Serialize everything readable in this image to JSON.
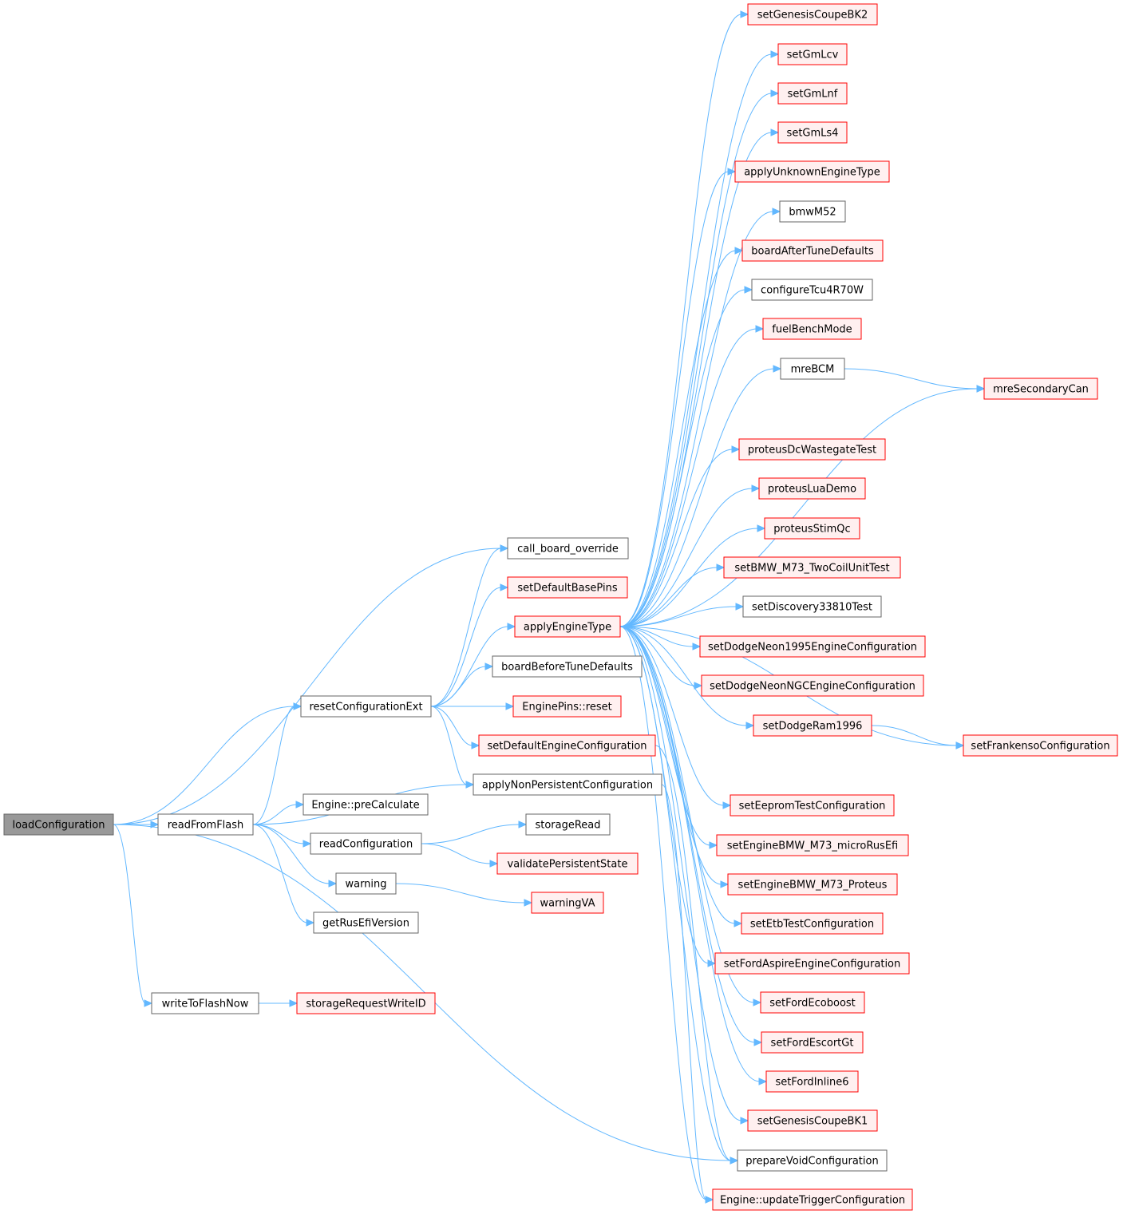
{
  "colors": {
    "edge": "#63b8ff",
    "root_fill": "#999999",
    "red_border": "#ff0000",
    "red_fill": "#fff0f0",
    "plain_border": "#666666"
  },
  "nodes": [
    {
      "id": "loadConfiguration",
      "label": "loadConfiguration",
      "style": "root"
    },
    {
      "id": "readFromFlash",
      "label": "readFromFlash",
      "style": "plain"
    },
    {
      "id": "writeToFlashNow",
      "label": "writeToFlashNow",
      "style": "plain"
    },
    {
      "id": "resetConfigurationExt",
      "label": "resetConfigurationExt",
      "style": "plain"
    },
    {
      "id": "Engine::preCalculate",
      "label": "Engine::preCalculate",
      "style": "plain"
    },
    {
      "id": "readConfiguration",
      "label": "readConfiguration",
      "style": "plain"
    },
    {
      "id": "warning",
      "label": "warning",
      "style": "plain"
    },
    {
      "id": "getRusEfiVersion",
      "label": "getRusEfiVersion",
      "style": "plain"
    },
    {
      "id": "storageRequestWriteID",
      "label": "storageRequestWriteID",
      "style": "red"
    },
    {
      "id": "call_board_override",
      "label": "call_board_override",
      "style": "plain"
    },
    {
      "id": "setDefaultBasePins",
      "label": "setDefaultBasePins",
      "style": "red"
    },
    {
      "id": "applyEngineType",
      "label": "applyEngineType",
      "style": "red"
    },
    {
      "id": "boardBeforeTuneDefaults",
      "label": "boardBeforeTuneDefaults",
      "style": "plain"
    },
    {
      "id": "EnginePins::reset",
      "label": "EnginePins::reset",
      "style": "red"
    },
    {
      "id": "setDefaultEngineConfiguration",
      "label": "setDefaultEngineConfiguration",
      "style": "red"
    },
    {
      "id": "applyNonPersistentConfiguration",
      "label": "applyNonPersistentConfiguration",
      "style": "plain"
    },
    {
      "id": "storageRead",
      "label": "storageRead",
      "style": "plain"
    },
    {
      "id": "validatePersistentState",
      "label": "validatePersistentState",
      "style": "red"
    },
    {
      "id": "warningVA",
      "label": "warningVA",
      "style": "red"
    },
    {
      "id": "setGenesisCoupeBK2",
      "label": "setGenesisCoupeBK2",
      "style": "red"
    },
    {
      "id": "setGmLcv",
      "label": "setGmLcv",
      "style": "red"
    },
    {
      "id": "setGmLnf",
      "label": "setGmLnf",
      "style": "red"
    },
    {
      "id": "setGmLs4",
      "label": "setGmLs4",
      "style": "red"
    },
    {
      "id": "applyUnknownEngineType",
      "label": "applyUnknownEngineType",
      "style": "red"
    },
    {
      "id": "bmwM52",
      "label": "bmwM52",
      "style": "plain"
    },
    {
      "id": "boardAfterTuneDefaults",
      "label": "boardAfterTuneDefaults",
      "style": "red"
    },
    {
      "id": "configureTcu4R70W",
      "label": "configureTcu4R70W",
      "style": "plain"
    },
    {
      "id": "fuelBenchMode",
      "label": "fuelBenchMode",
      "style": "red"
    },
    {
      "id": "mreBCM",
      "label": "mreBCM",
      "style": "plain"
    },
    {
      "id": "mreSecondaryCan",
      "label": "mreSecondaryCan",
      "style": "red"
    },
    {
      "id": "proteusDcWastegateTest",
      "label": "proteusDcWastegateTest",
      "style": "red"
    },
    {
      "id": "proteusLuaDemo",
      "label": "proteusLuaDemo",
      "style": "red"
    },
    {
      "id": "proteusStimQc",
      "label": "proteusStimQc",
      "style": "red"
    },
    {
      "id": "setBMW_M73_TwoCoilUnitTest",
      "label": "setBMW_M73_TwoCoilUnitTest",
      "style": "red"
    },
    {
      "id": "setDiscovery33810Test",
      "label": "setDiscovery33810Test",
      "style": "plain"
    },
    {
      "id": "setDodgeNeon1995EngineConfiguration",
      "label": "setDodgeNeon1995EngineConfiguration",
      "style": "red"
    },
    {
      "id": "setDodgeNeonNGCEngineConfiguration",
      "label": "setDodgeNeonNGCEngineConfiguration",
      "style": "red"
    },
    {
      "id": "setDodgeRam1996",
      "label": "setDodgeRam1996",
      "style": "red"
    },
    {
      "id": "setFrankensoConfiguration",
      "label": "setFrankensoConfiguration",
      "style": "red"
    },
    {
      "id": "setEepromTestConfiguration",
      "label": "setEepromTestConfiguration",
      "style": "red"
    },
    {
      "id": "setEngineBMW_M73_microRusEfi",
      "label": "setEngineBMW_M73_microRusEfi",
      "style": "red"
    },
    {
      "id": "setEngineBMW_M73_Proteus",
      "label": "setEngineBMW_M73_Proteus",
      "style": "red"
    },
    {
      "id": "setEtbTestConfiguration",
      "label": "setEtbTestConfiguration",
      "style": "red"
    },
    {
      "id": "setFordAspireEngineConfiguration",
      "label": "setFordAspireEngineConfiguration",
      "style": "red"
    },
    {
      "id": "setFordEcoboost",
      "label": "setFordEcoboost",
      "style": "red"
    },
    {
      "id": "setFordEscortGt",
      "label": "setFordEscortGt",
      "style": "red"
    },
    {
      "id": "setFordInline6",
      "label": "setFordInline6",
      "style": "red"
    },
    {
      "id": "setGenesisCoupeBK1",
      "label": "setGenesisCoupeBK1",
      "style": "red"
    },
    {
      "id": "prepareVoidConfiguration",
      "label": "prepareVoidConfiguration",
      "style": "plain"
    },
    {
      "id": "Engine::updateTriggerConfiguration",
      "label": "Engine::updateTriggerConfiguration",
      "style": "red"
    }
  ],
  "edges": [
    [
      "loadConfiguration",
      "readFromFlash"
    ],
    [
      "loadConfiguration",
      "writeToFlashNow"
    ],
    [
      "loadConfiguration",
      "resetConfigurationExt"
    ],
    [
      "loadConfiguration",
      "call_board_override"
    ],
    [
      "loadConfiguration",
      "prepareVoidConfiguration"
    ],
    [
      "readFromFlash",
      "resetConfigurationExt"
    ],
    [
      "readFromFlash",
      "Engine::preCalculate"
    ],
    [
      "readFromFlash",
      "readConfiguration"
    ],
    [
      "readFromFlash",
      "warning"
    ],
    [
      "readFromFlash",
      "getRusEfiVersion"
    ],
    [
      "readFromFlash",
      "applyNonPersistentConfiguration"
    ],
    [
      "writeToFlashNow",
      "storageRequestWriteID"
    ],
    [
      "resetConfigurationExt",
      "call_board_override"
    ],
    [
      "resetConfigurationExt",
      "setDefaultBasePins"
    ],
    [
      "resetConfigurationExt",
      "applyEngineType"
    ],
    [
      "resetConfigurationExt",
      "boardBeforeTuneDefaults"
    ],
    [
      "resetConfigurationExt",
      "EnginePins::reset"
    ],
    [
      "resetConfigurationExt",
      "setDefaultEngineConfiguration"
    ],
    [
      "resetConfigurationExt",
      "applyNonPersistentConfiguration"
    ],
    [
      "readConfiguration",
      "storageRead"
    ],
    [
      "readConfiguration",
      "validatePersistentState"
    ],
    [
      "warning",
      "warningVA"
    ],
    [
      "applyEngineType",
      "setGenesisCoupeBK2"
    ],
    [
      "applyEngineType",
      "setGmLcv"
    ],
    [
      "applyEngineType",
      "setGmLnf"
    ],
    [
      "applyEngineType",
      "setGmLs4"
    ],
    [
      "applyEngineType",
      "applyUnknownEngineType"
    ],
    [
      "applyEngineType",
      "bmwM52"
    ],
    [
      "applyEngineType",
      "boardAfterTuneDefaults"
    ],
    [
      "applyEngineType",
      "configureTcu4R70W"
    ],
    [
      "applyEngineType",
      "fuelBenchMode"
    ],
    [
      "applyEngineType",
      "mreBCM"
    ],
    [
      "applyEngineType",
      "mreSecondaryCan"
    ],
    [
      "applyEngineType",
      "proteusDcWastegateTest"
    ],
    [
      "applyEngineType",
      "proteusLuaDemo"
    ],
    [
      "applyEngineType",
      "proteusStimQc"
    ],
    [
      "applyEngineType",
      "setBMW_M73_TwoCoilUnitTest"
    ],
    [
      "applyEngineType",
      "setDiscovery33810Test"
    ],
    [
      "applyEngineType",
      "setDodgeNeon1995EngineConfiguration"
    ],
    [
      "applyEngineType",
      "setDodgeNeonNGCEngineConfiguration"
    ],
    [
      "applyEngineType",
      "setDodgeRam1996"
    ],
    [
      "applyEngineType",
      "setFrankensoConfiguration"
    ],
    [
      "applyEngineType",
      "setEepromTestConfiguration"
    ],
    [
      "applyEngineType",
      "setEngineBMW_M73_microRusEfi"
    ],
    [
      "applyEngineType",
      "setEngineBMW_M73_Proteus"
    ],
    [
      "applyEngineType",
      "setEtbTestConfiguration"
    ],
    [
      "applyEngineType",
      "setFordAspireEngineConfiguration"
    ],
    [
      "applyEngineType",
      "setFordEcoboost"
    ],
    [
      "applyEngineType",
      "setFordEscortGt"
    ],
    [
      "applyEngineType",
      "setFordInline6"
    ],
    [
      "applyEngineType",
      "setGenesisCoupeBK1"
    ],
    [
      "applyEngineType",
      "prepareVoidConfiguration"
    ],
    [
      "applyEngineType",
      "Engine::updateTriggerConfiguration"
    ],
    [
      "mreBCM",
      "mreSecondaryCan"
    ],
    [
      "setDodgeRam1996",
      "setFrankensoConfiguration"
    ],
    [
      "setDefaultEngineConfiguration",
      "prepareVoidConfiguration"
    ],
    [
      "applyNonPersistentConfiguration",
      "Engine::updateTriggerConfiguration"
    ]
  ]
}
